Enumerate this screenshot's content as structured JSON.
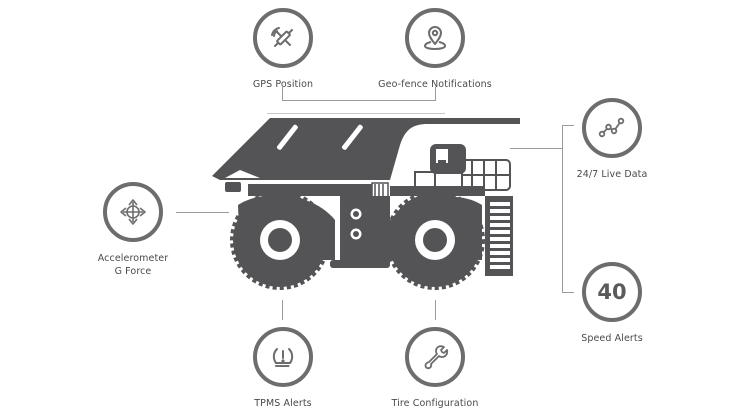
{
  "colors": {
    "ring": "#6d6d6f",
    "icon": "#6d6d6f",
    "truck": "#545457",
    "connector": "#9a9a9c",
    "label": "#4a4a4c",
    "background": "#ffffff"
  },
  "diagram": {
    "center": {
      "name": "Mining haul truck",
      "icon": "haul-truck-icon"
    },
    "features": [
      {
        "id": "gps",
        "label": "GPS Position",
        "icon": "satellite-icon"
      },
      {
        "id": "geofence",
        "label": "Geo-fence Notifications",
        "icon": "map-pin-icon"
      },
      {
        "id": "live",
        "label": "24/7 Live Data",
        "icon": "line-graph-icon"
      },
      {
        "id": "speed",
        "label": "Speed Alerts",
        "icon": "speed-number",
        "value": "40"
      },
      {
        "id": "accel",
        "label_line1": "Accelerometer",
        "label_line2": "G Force",
        "icon": "move-arrows-icon"
      },
      {
        "id": "tpms",
        "label": "TPMS Alerts",
        "icon": "tire-pressure-warning-icon"
      },
      {
        "id": "tire",
        "label": "Tire Configuration",
        "icon": "wrench-icon"
      }
    ]
  }
}
